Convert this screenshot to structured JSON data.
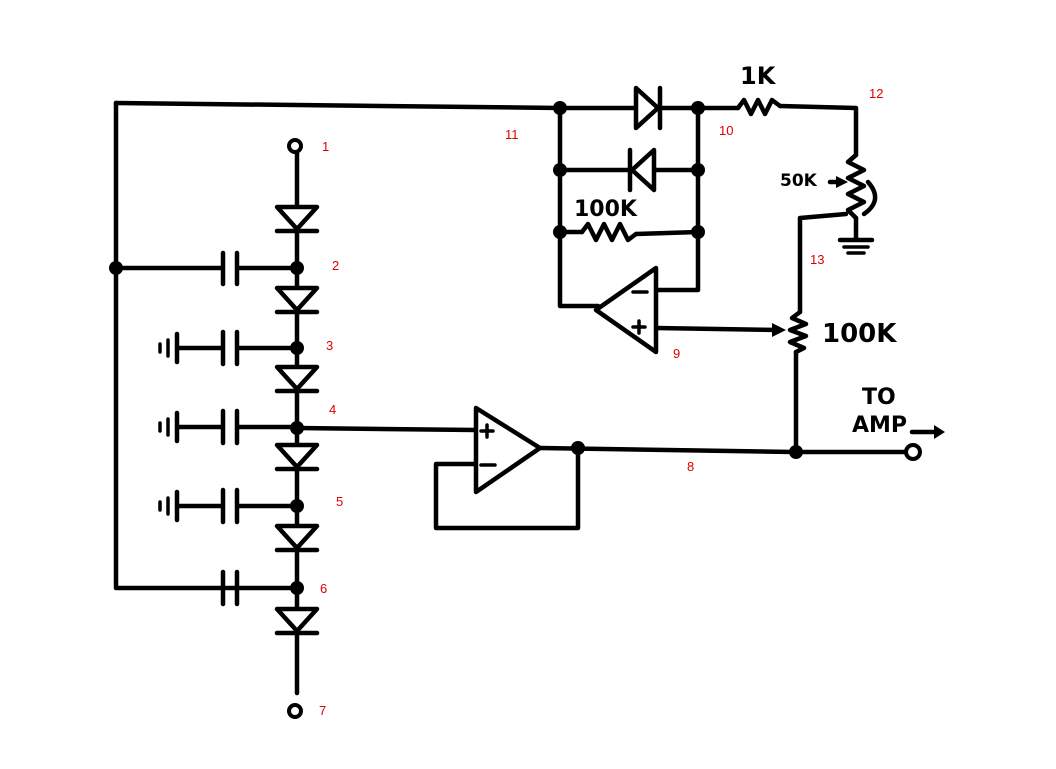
{
  "node_numbers": [
    "1",
    "2",
    "3",
    "4",
    "5",
    "6",
    "7",
    "8",
    "9",
    "10",
    "11",
    "12",
    "13"
  ],
  "labels": {
    "r_1k": "1K",
    "r_50k": "50K",
    "r_100k_feedback": "100K",
    "pot_100k": "100K",
    "to": "TO",
    "amp": "AMP"
  },
  "colors": {
    "wire": "#000000",
    "node_number": "#e00000",
    "background": "#ffffff"
  }
}
